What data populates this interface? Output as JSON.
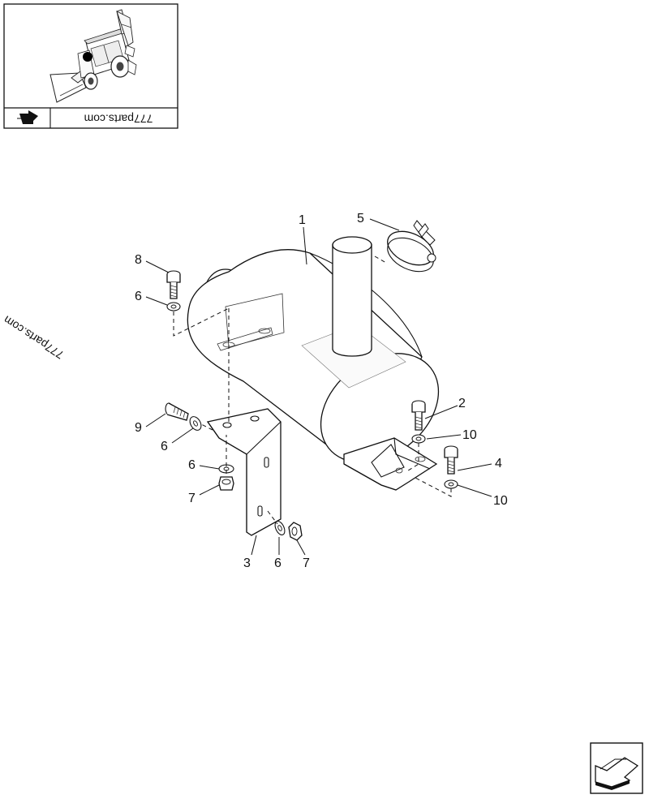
{
  "watermark": {
    "text": "777parts.com"
  },
  "thumbnail": {
    "caption": "777parts.com"
  },
  "callouts": {
    "c1": "1",
    "c2": "2",
    "c3": "3",
    "c4": "4",
    "c5": "5",
    "c6a": "6",
    "c6b": "6",
    "c6c": "6",
    "c6d": "6",
    "c7a": "7",
    "c7b": "7",
    "c8": "8",
    "c9": "9",
    "c10a": "10",
    "c10b": "10"
  }
}
